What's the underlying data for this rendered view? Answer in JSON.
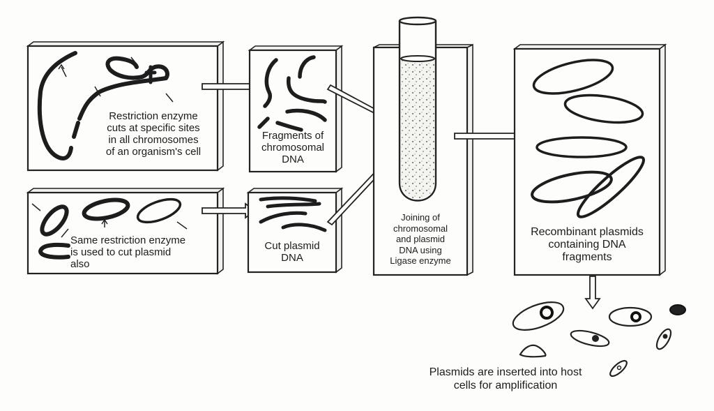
{
  "diagram": {
    "title": "Recombinant DNA technology process",
    "steps": [
      {
        "id": "chromosome-cut",
        "text": "Restriction enzyme cuts at specific sites in all chromosomes of an organism's cell"
      },
      {
        "id": "plasmid-cut",
        "text": "Same restriction enzyme is used to cut plasmid also"
      },
      {
        "id": "chromosomal-fragments",
        "text": "Fragments of chromosomal DNA"
      },
      {
        "id": "cut-plasmid",
        "text": "Cut plasmid DNA"
      },
      {
        "id": "ligation",
        "text": "Joining of chromosomal and plasmid DNA using Ligase enzyme"
      },
      {
        "id": "recombinant",
        "text": "Recombinant plasmids containing DNA fragments"
      },
      {
        "id": "host-cells",
        "text": "Plasmids are inserted into host cells for amplification"
      }
    ],
    "labels": {
      "box1": [
        "Restriction enzyme",
        "cuts at specific sites",
        "in all chromosomes",
        "of an organism's cell"
      ],
      "box2": [
        "Same restriction enzyme",
        "is used to cut plasmid",
        "also"
      ],
      "box3": [
        "Fragments of",
        "chromosomal",
        "DNA"
      ],
      "box4": [
        "Cut plasmid",
        "DNA"
      ],
      "box5": [
        "Joining of",
        "chromosomal",
        "and plasmid",
        "DNA using",
        "Ligase enzyme"
      ],
      "box6": [
        "Recombinant plasmids",
        "containing DNA",
        "fragments"
      ],
      "bottom": [
        "Plasmids are inserted into host",
        "cells for amplification"
      ]
    },
    "flow": [
      {
        "from": "chromosome-cut",
        "to": "chromosomal-fragments"
      },
      {
        "from": "plasmid-cut",
        "to": "cut-plasmid"
      },
      {
        "from": "chromosomal-fragments",
        "to": "ligation"
      },
      {
        "from": "cut-plasmid",
        "to": "ligation"
      },
      {
        "from": "ligation",
        "to": "recombinant"
      },
      {
        "from": "recombinant",
        "to": "host-cells"
      }
    ]
  }
}
